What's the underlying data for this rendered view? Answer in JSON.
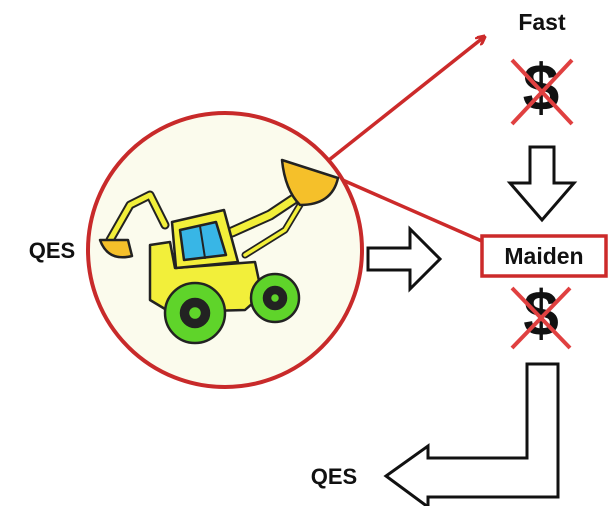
{
  "labels": {
    "qes_left": "QES",
    "fast": "Fast",
    "maiden": "Maiden",
    "qes_bottom": "QES",
    "dollar_top": "$",
    "dollar_bottom": "$"
  },
  "colors": {
    "accent_red": "#cc2a2a",
    "dollar_cross_red": "#e04040",
    "circle_fill": "#fbfbed",
    "machine_yellow": "#f2ef3a",
    "wheel_green": "#5fd42a",
    "cab_blue": "#38b6e6",
    "arrow_outline": "#111111"
  },
  "icons": {
    "excavator": "backhoe-loader-illustration",
    "crossed_dollar": "no-money-icon"
  }
}
